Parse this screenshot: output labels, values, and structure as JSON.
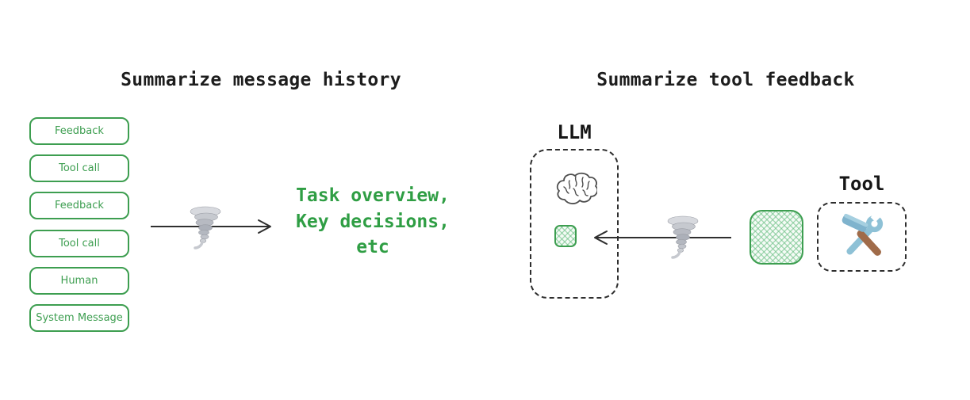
{
  "colors": {
    "background": "#ffffff",
    "green_stroke": "#3d9e50",
    "green_text": "#2f9e44",
    "hatch_fill": "#f5fbf6",
    "ink": "#1d1d1d",
    "dash_border": "#2e2e2e"
  },
  "left_diagram": {
    "title": "Summarize message history",
    "stack": [
      "Feedback",
      "Tool call",
      "Feedback",
      "Tool call",
      "Human",
      "System Message"
    ],
    "output_lines": [
      "Task overview,",
      "Key decisions,",
      "etc"
    ],
    "icon": "tornado-icon"
  },
  "right_diagram": {
    "title": "Summarize tool feedback",
    "llm_label": "LLM",
    "tool_label": "Tool",
    "icons": [
      "brain-icon",
      "tornado-icon",
      "hammer-wrench-icon"
    ]
  }
}
